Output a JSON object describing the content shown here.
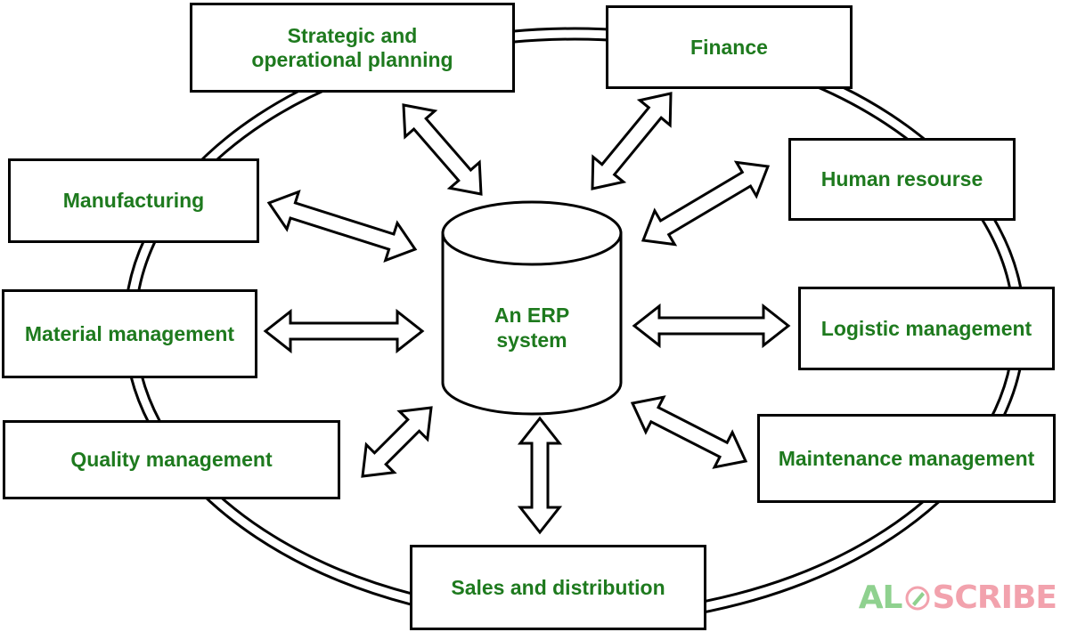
{
  "center": {
    "label_line1": "An ERP",
    "label_line2": "system"
  },
  "modules": [
    {
      "id": "strategic",
      "line1": "Strategic and",
      "line2": "operational planning"
    },
    {
      "id": "finance",
      "line1": "Finance"
    },
    {
      "id": "human-resource",
      "line1": "Human resourse"
    },
    {
      "id": "logistic",
      "line1": "Logistic management"
    },
    {
      "id": "maintenance",
      "line1": "Maintenance management"
    },
    {
      "id": "sales",
      "line1": "Sales and distribution"
    },
    {
      "id": "quality",
      "line1": "Quality management"
    },
    {
      "id": "material",
      "line1": "Material management"
    },
    {
      "id": "manufacturing",
      "line1": "Manufacturing"
    }
  ],
  "watermark": {
    "part1": "AL",
    "part2": "SCRIBE"
  },
  "colors": {
    "label_text": "#1e7a1e",
    "stroke": "#000000",
    "background": "#ffffff"
  }
}
